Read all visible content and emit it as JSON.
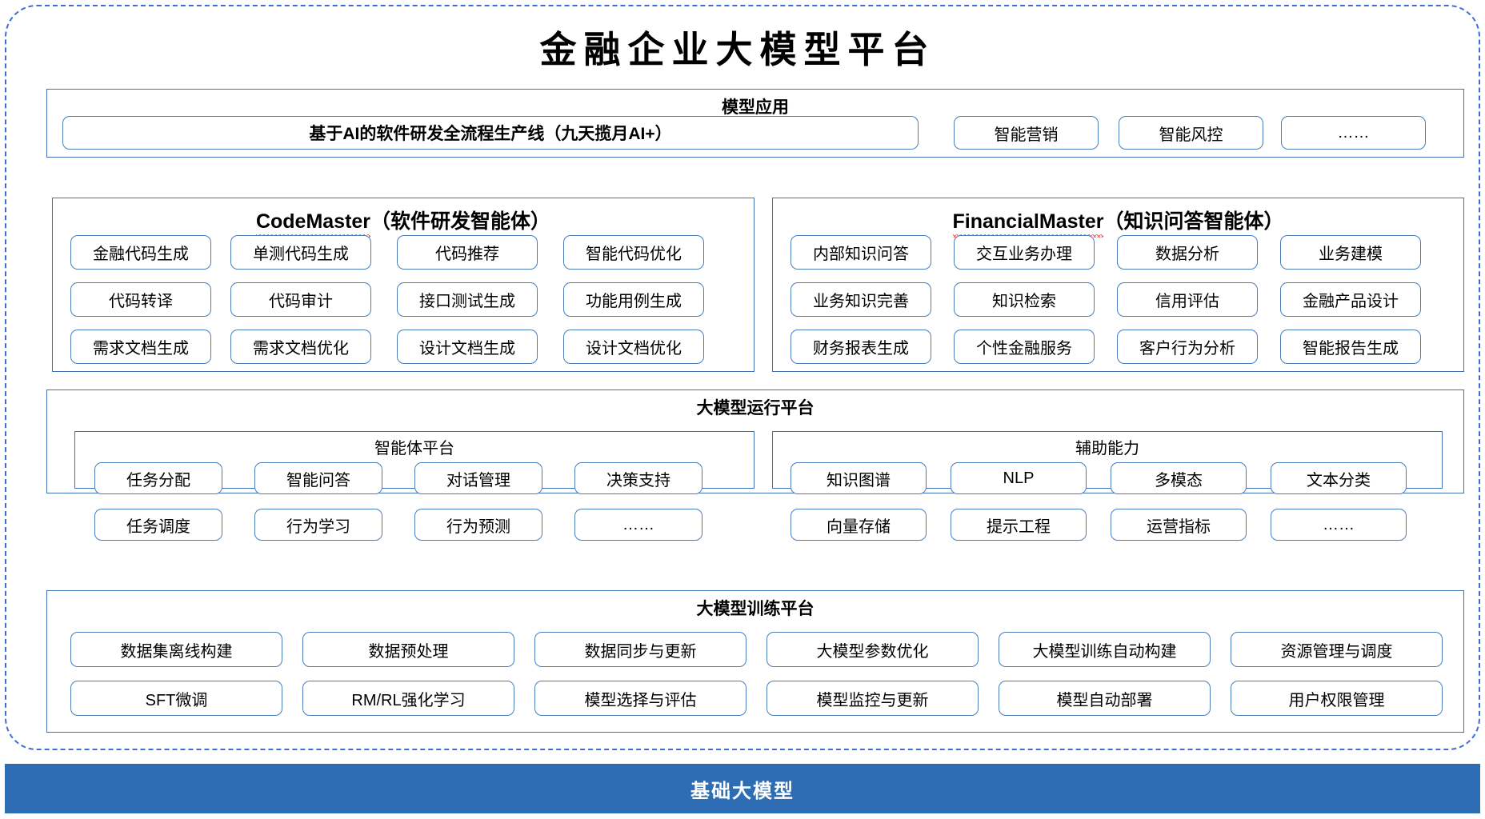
{
  "title": "金融企业大模型平台",
  "theme": {
    "frame_border": "#3B6FD4",
    "panel_border": "#3E71B8",
    "pill_border": "#4A7EBB",
    "base_bar_bg": "#2E6DB4",
    "base_bar_text": "#FFFFFF",
    "spellcheck_underline": "#E8252A"
  },
  "sections": {
    "model_application": {
      "title": "模型应用",
      "items": [
        {
          "label": "基于AI的软件研发全流程生产线（九天揽月AI+）",
          "emphasis": "bold"
        },
        {
          "label": "智能营销",
          "emphasis": "normal"
        },
        {
          "label": "智能风控",
          "emphasis": "normal"
        },
        {
          "label": "……",
          "emphasis": "normal"
        }
      ]
    },
    "code_master": {
      "title_latin": "CodeMaster",
      "title_cn": "（软件研发智能体）",
      "spellcheck": true,
      "items": [
        "金融代码生成",
        "单测代码生成",
        "代码推荐",
        "智能代码优化",
        "代码转译",
        "代码审计",
        "接口测试生成",
        "功能用例生成",
        "需求文档生成",
        "需求文档优化",
        "设计文档生成",
        "设计文档优化"
      ]
    },
    "financial_master": {
      "title_latin": "FinancialMaster",
      "title_cn": "（知识问答智能体）",
      "spellcheck": true,
      "items": [
        "内部知识问答",
        "交互业务办理",
        "数据分析",
        "业务建模",
        "业务知识完善",
        "知识检索",
        "信用评估",
        "金融产品设计",
        "财务报表生成",
        "个性金融服务",
        "客户行为分析",
        "智能报告生成"
      ]
    },
    "runtime_platform": {
      "title": "大模型运行平台",
      "agent_platform": {
        "title": "智能体平台",
        "items": [
          "任务分配",
          "智能问答",
          "对话管理",
          "决策支持",
          "任务调度",
          "行为学习",
          "行为预测",
          "……"
        ]
      },
      "assist_capability": {
        "title": "辅助能力",
        "items": [
          "知识图谱",
          "NLP",
          "多模态",
          "文本分类",
          "向量存储",
          "提示工程",
          "运营指标",
          "……"
        ]
      }
    },
    "training_platform": {
      "title": "大模型训练平台",
      "items": [
        "数据集离线构建",
        "数据预处理",
        "数据同步与更新",
        "大模型参数优化",
        "大模型训练自动构建",
        "资源管理与调度",
        "SFT微调",
        "RM/RL强化学习",
        "模型选择与评估",
        "模型监控与更新",
        "模型自动部署",
        "用户权限管理"
      ]
    },
    "base_model": {
      "label": "基础大模型"
    }
  }
}
